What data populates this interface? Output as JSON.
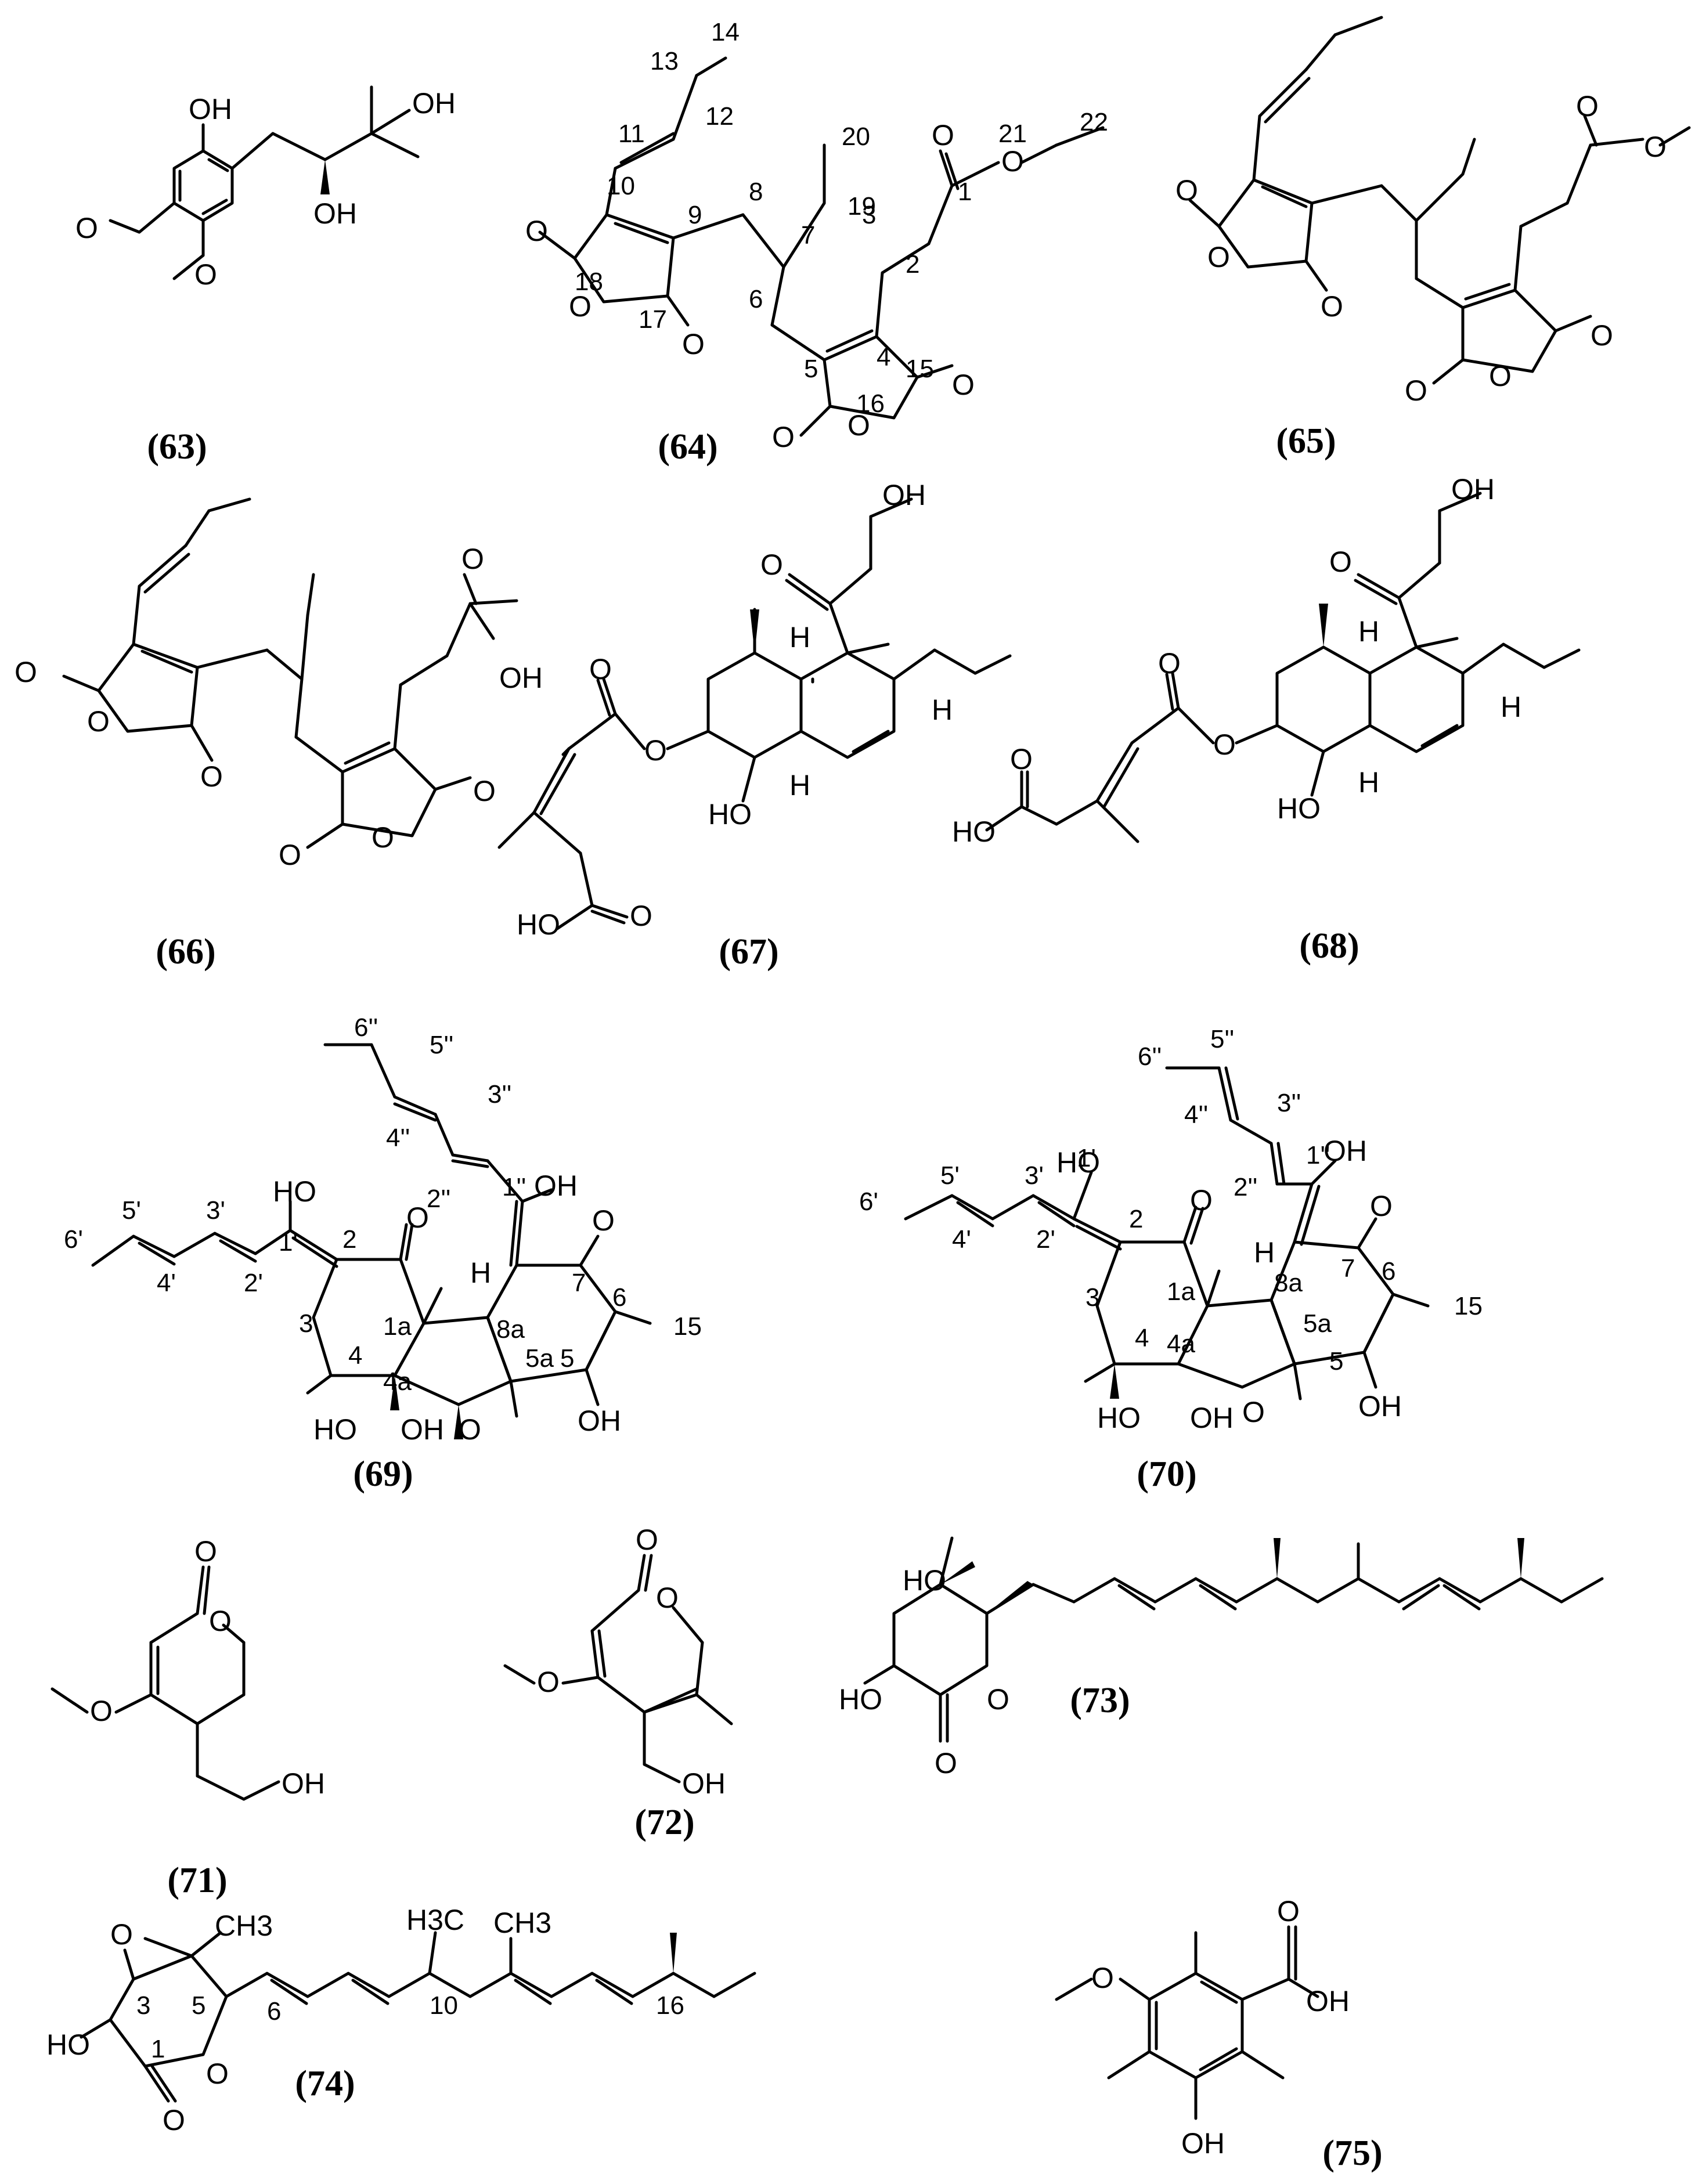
{
  "figure": {
    "compounds": [
      {
        "id": "(63)",
        "atom_labels": [
          "OH",
          "OH",
          "OH",
          "O",
          "O"
        ],
        "locants": []
      },
      {
        "id": "(64)",
        "atom_labels": [
          "O",
          "O",
          "O",
          "O",
          "O",
          "O",
          "O",
          "O"
        ],
        "locants": [
          "1",
          "2",
          "3",
          "4",
          "5",
          "6",
          "7",
          "8",
          "9",
          "10",
          "11",
          "12",
          "13",
          "14",
          "15",
          "16",
          "17",
          "18",
          "19",
          "20",
          "21",
          "22"
        ]
      },
      {
        "id": "(65)",
        "atom_labels": [
          "O",
          "O",
          "O",
          "O",
          "O",
          "O",
          "O",
          "O"
        ],
        "locants": []
      },
      {
        "id": "(66)",
        "atom_labels": [
          "O",
          "O",
          "O",
          "O",
          "O",
          "O",
          "O",
          "OH"
        ],
        "locants": []
      },
      {
        "id": "(67)",
        "atom_labels": [
          "OH",
          "O",
          "H",
          "H",
          "H",
          "O",
          "O",
          "HO",
          "HO",
          "O"
        ],
        "locants": []
      },
      {
        "id": "(68)",
        "atom_labels": [
          "OH",
          "O",
          "H",
          "H",
          "H",
          "O",
          "O",
          "HO",
          "HO",
          "O"
        ],
        "locants": []
      },
      {
        "id": "(69)",
        "atom_labels": [
          "HO",
          "O",
          "H",
          "OH",
          "O",
          "HO",
          "OH",
          "O",
          "OH"
        ],
        "locants": [
          "6'",
          "5'",
          "3'",
          "1'",
          "4'",
          "2'",
          "2",
          "3",
          "4",
          "1a",
          "4a",
          "6''",
          "5''",
          "4''",
          "3''",
          "2''",
          "1''",
          "8a",
          "5a",
          "7",
          "6",
          "5",
          "15"
        ]
      },
      {
        "id": "(70)",
        "atom_labels": [
          "HO",
          "O",
          "H",
          "OH",
          "O",
          "HO",
          "OH",
          "O",
          "OH"
        ],
        "locants": [
          "6''",
          "5''",
          "4''",
          "3''",
          "2''",
          "1''",
          "6'",
          "5'",
          "3'",
          "1'",
          "4'",
          "2'",
          "2",
          "3",
          "4",
          "1a",
          "4a",
          "8a",
          "7",
          "6",
          "5a",
          "5",
          "15"
        ]
      },
      {
        "id": "(71)",
        "atom_labels": [
          "O",
          "O",
          "O",
          "OH"
        ],
        "locants": []
      },
      {
        "id": "(72)",
        "atom_labels": [
          "O",
          "O",
          "O",
          "OH"
        ],
        "locants": []
      },
      {
        "id": "(73)",
        "atom_labels": [
          "HO",
          "HO",
          "O",
          "O"
        ],
        "locants": []
      },
      {
        "id": "(74)",
        "atom_labels": [
          "O",
          "CH3",
          "H3C",
          "CH3",
          "HO",
          "O",
          "O"
        ],
        "locants": [
          "3",
          "5",
          "1",
          "6",
          "10",
          "16"
        ]
      },
      {
        "id": "(75)",
        "atom_labels": [
          "O",
          "O",
          "OH",
          "OH"
        ],
        "locants": []
      }
    ]
  }
}
